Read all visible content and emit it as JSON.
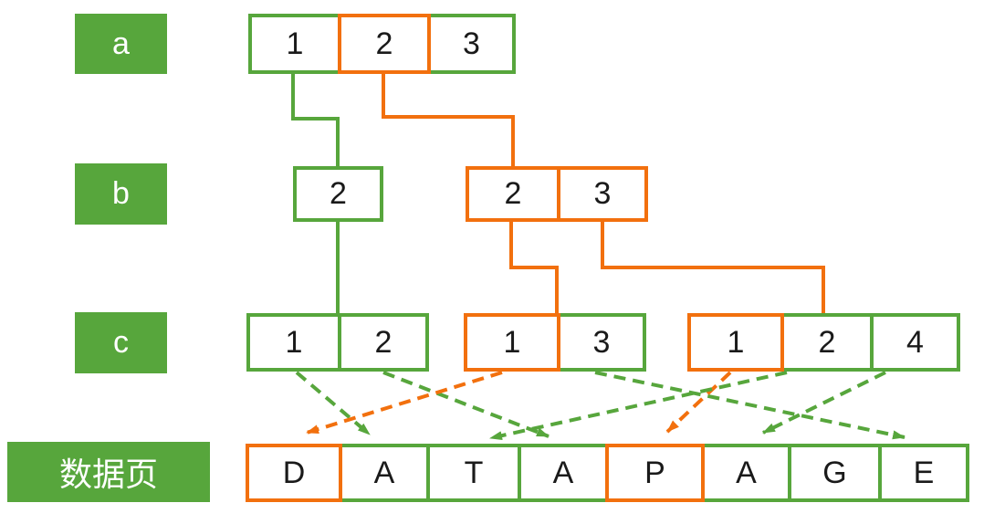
{
  "colors": {
    "green": "#57A63C",
    "orange": "#F2700E",
    "cell_bg": "#FFFFFF",
    "text": "#1A1A1A",
    "label_text": "#FFFFFF"
  },
  "labels": {
    "row_a": "a",
    "row_b": "b",
    "row_c": "c",
    "data_page": "数据页"
  },
  "tree": {
    "a": {
      "page1": [
        "1",
        "2",
        "3"
      ]
    },
    "b": {
      "page1": [
        "2"
      ],
      "page2": [
        "2",
        "3"
      ]
    },
    "c": {
      "page1": [
        "1",
        "2"
      ],
      "page2": [
        "1",
        "3"
      ],
      "page3": [
        "1",
        "2",
        "4"
      ]
    },
    "data_page": [
      "D",
      "A",
      "T",
      "A",
      "P",
      "A",
      "G",
      "E"
    ]
  },
  "highlight_path": {
    "color": "orange",
    "cells": [
      "a:2",
      "b:page2:2",
      "b:page2:3",
      "c:page2:1",
      "c:page3:1",
      "data:D",
      "data:P"
    ]
  },
  "edges": [
    {
      "from": "a:1",
      "to": "b:page1",
      "style": "solid",
      "color": "green"
    },
    {
      "from": "a:2",
      "to": "b:page2",
      "style": "solid",
      "color": "orange"
    },
    {
      "from": "b:page1:2",
      "to": "c:page1",
      "style": "solid",
      "color": "green"
    },
    {
      "from": "b:page2:2",
      "to": "c:page2",
      "style": "solid",
      "color": "orange"
    },
    {
      "from": "b:page2:3",
      "to": "c:page3",
      "style": "solid",
      "color": "orange"
    },
    {
      "from": "c:page1:1",
      "to": "data:A(2)",
      "style": "dashed-arrow",
      "color": "green"
    },
    {
      "from": "c:page1:2",
      "to": "data:A(4)",
      "style": "dashed-arrow",
      "color": "green"
    },
    {
      "from": "c:page2:1",
      "to": "data:D(1)",
      "style": "dashed-arrow",
      "color": "orange"
    },
    {
      "from": "c:page2:3",
      "to": "data:E(8)",
      "style": "dashed-arrow",
      "color": "green"
    },
    {
      "from": "c:page3:1",
      "to": "data:P(5)",
      "style": "dashed-arrow",
      "color": "orange"
    },
    {
      "from": "c:page3:2",
      "to": "data:T(3)",
      "style": "dashed-arrow",
      "color": "green"
    },
    {
      "from": "c:page3:4",
      "to": "data:A(6)",
      "style": "dashed-arrow",
      "color": "green"
    }
  ]
}
